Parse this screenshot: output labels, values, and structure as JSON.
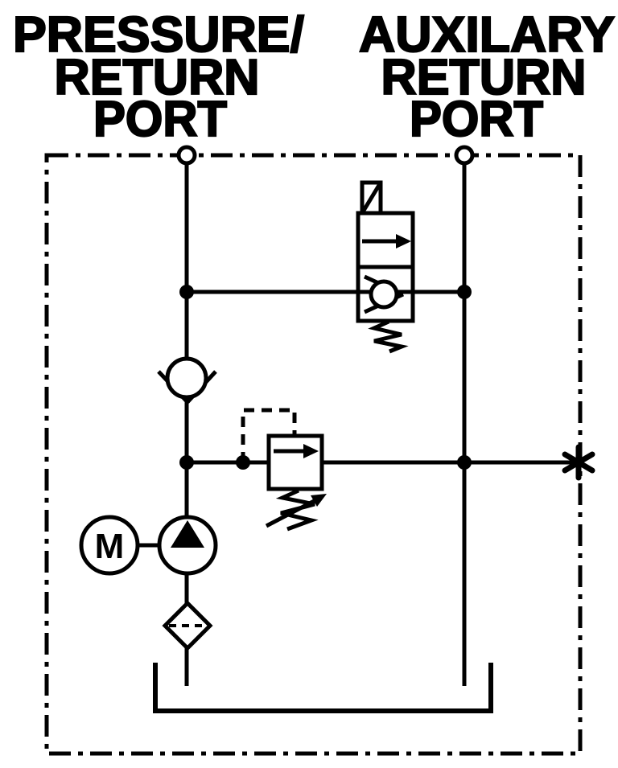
{
  "diagram": {
    "type": "hydraulic-power-unit-schematic",
    "background_color": "#ffffff",
    "ink_color": "#000000",
    "labels": {
      "left": [
        "PRESSURE/",
        "RETURN",
        "PORT"
      ],
      "right": [
        "AUXILARY",
        "RETURN",
        "PORT"
      ]
    },
    "motor_label": "M",
    "components": [
      "pressure-return-port",
      "auxilary-return-port",
      "enclosure-boundary",
      "solenoid-release-valve-with-check",
      "check-valve",
      "adjustable-relief-valve-with-pilot-line",
      "electric-motor",
      "pump",
      "suction-filter",
      "reservoir-tank",
      "plugged-port-asterisk"
    ]
  }
}
